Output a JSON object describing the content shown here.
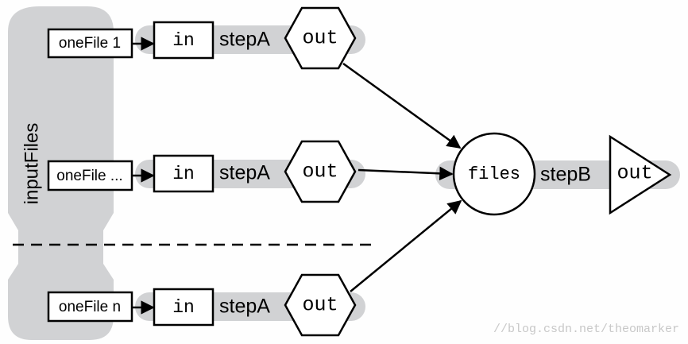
{
  "input_group": {
    "label": "inputFiles",
    "files": [
      "oneFile 1",
      "oneFile ...",
      "oneFile n"
    ]
  },
  "step_a": {
    "name": "stepA",
    "input_port": "in",
    "output_port": "out"
  },
  "step_b": {
    "name": "stepB",
    "input_port": "files",
    "output_port": "out"
  },
  "watermark": "//blog.csdn.net/theomarker",
  "colors": {
    "group_fill": "#d1d2d4",
    "stroke": "#000000",
    "box_fill": "#ffffff",
    "watermark": "#c8c8c8"
  }
}
